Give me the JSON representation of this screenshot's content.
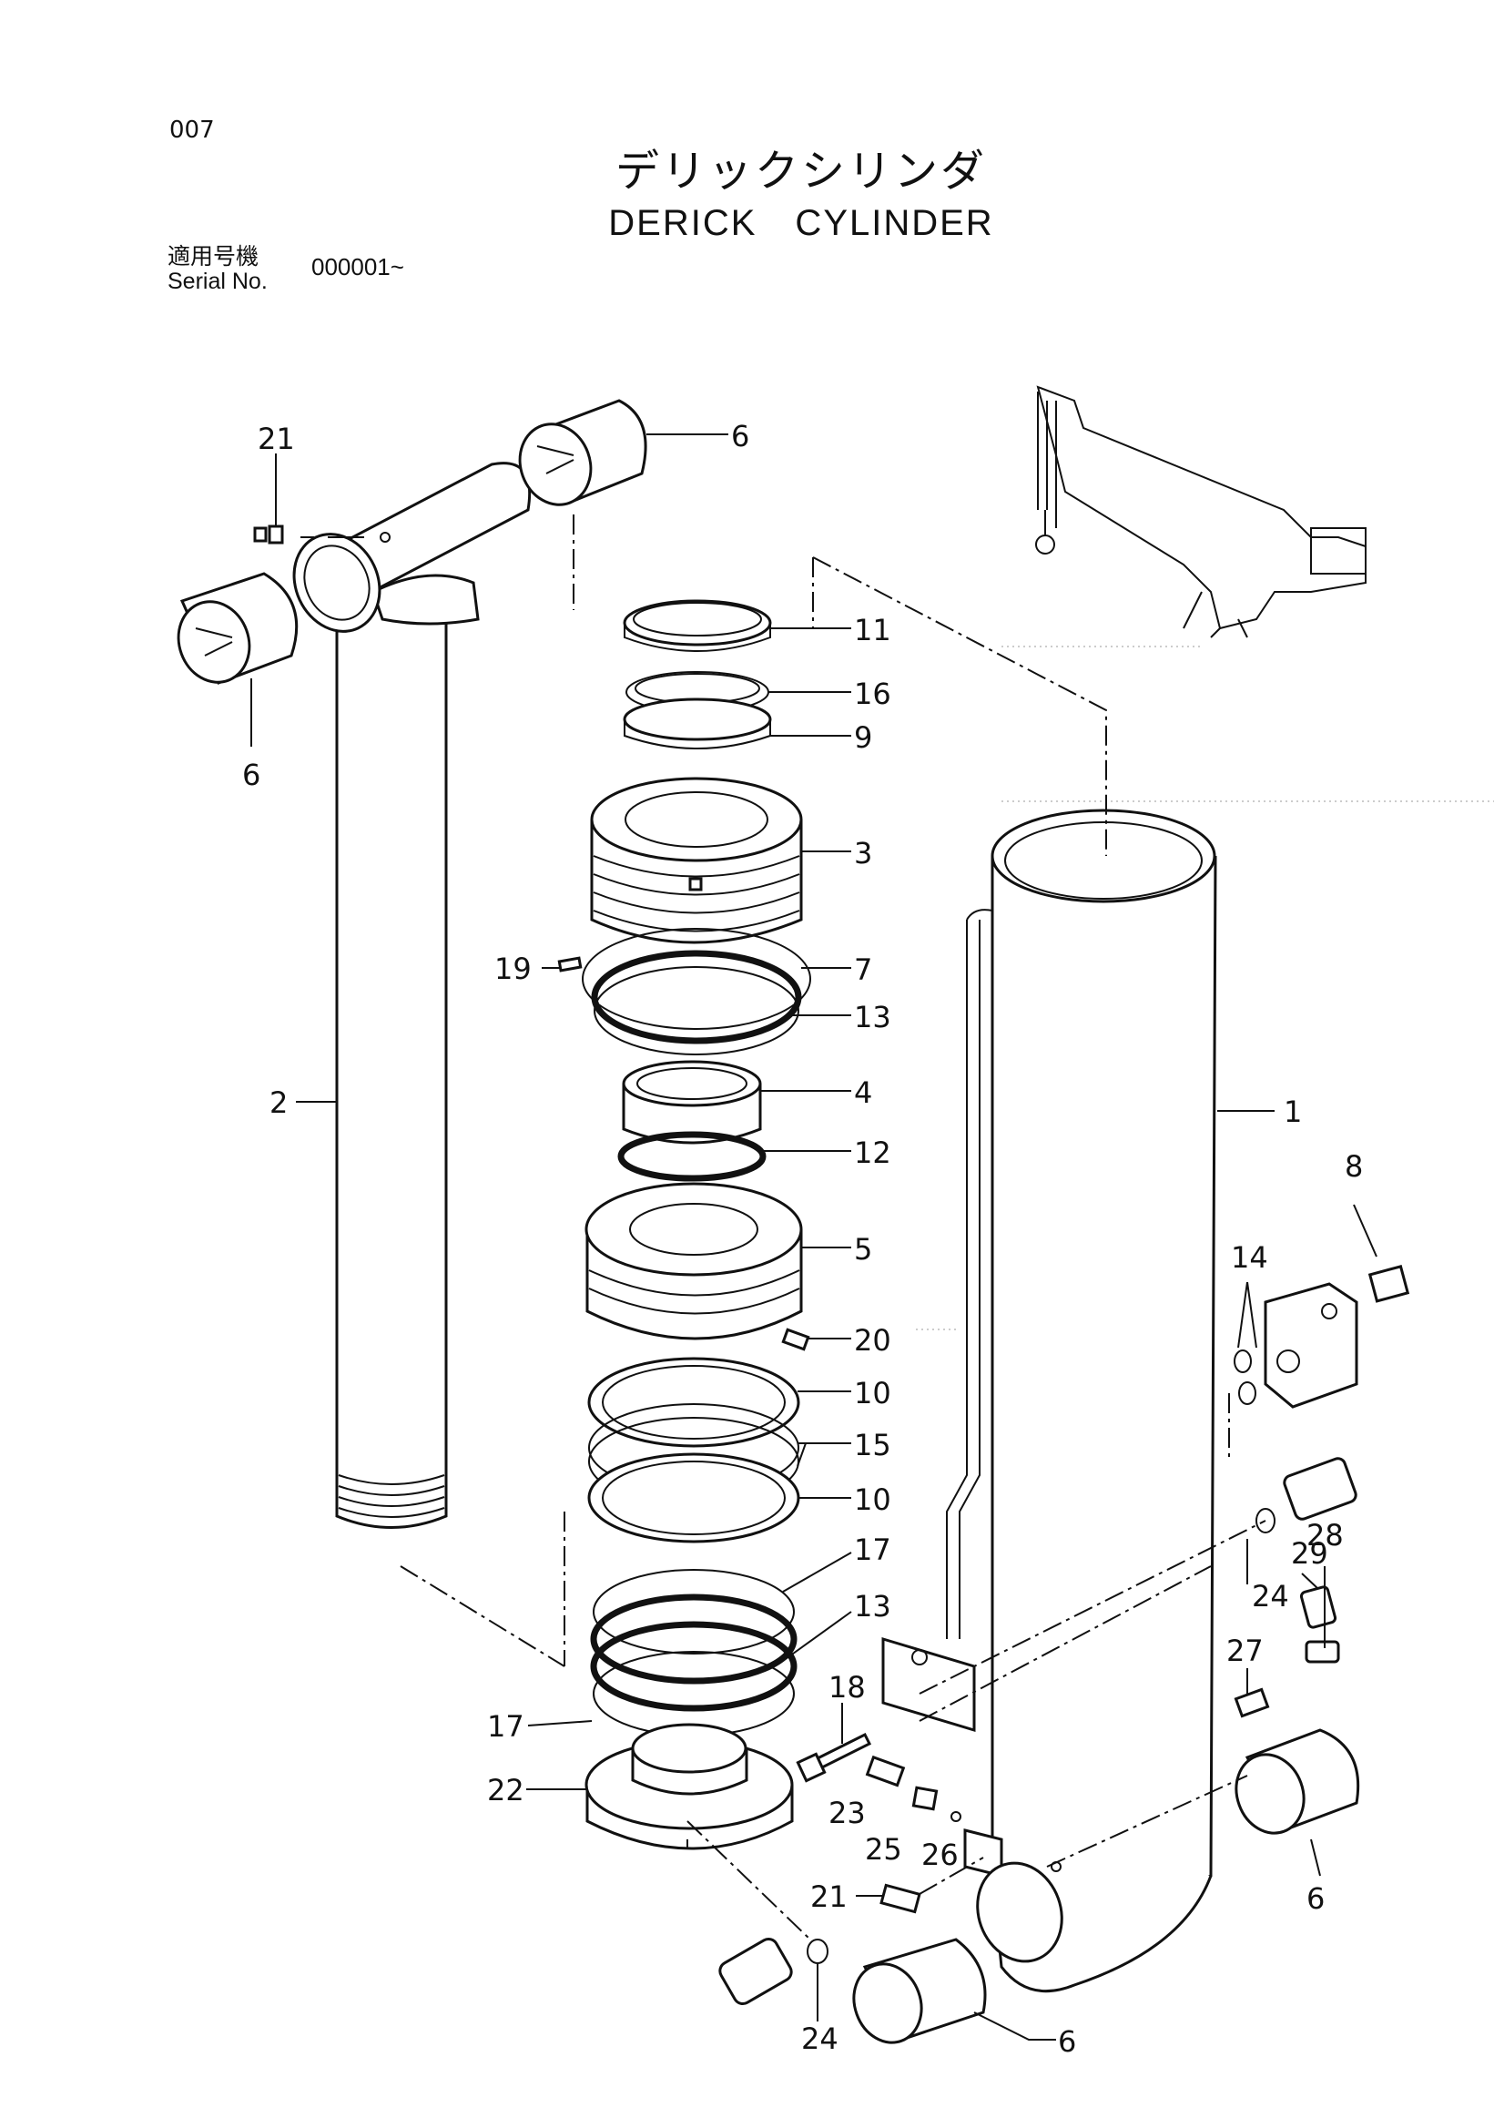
{
  "header": {
    "page_number": "007",
    "title_ja": "デリックシリンダ",
    "title_en": "DERICK　CYLINDER",
    "serial_label_ja": "適用号機",
    "serial_label_en": "Serial No.",
    "serial_value": "000001~"
  },
  "callouts": {
    "c1": "1",
    "c2": "2",
    "c3": "3",
    "c4": "4",
    "c5": "5",
    "c6a": "6",
    "c6b": "6",
    "c6c": "6",
    "c6d": "6",
    "c7": "7",
    "c8": "8",
    "c9": "9",
    "c10a": "10",
    "c10b": "10",
    "c11": "11",
    "c12": "12",
    "c13a": "13",
    "c13b": "13",
    "c14": "14",
    "c15": "15",
    "c16": "16",
    "c17a": "17",
    "c17b": "17",
    "c18": "18",
    "c19": "19",
    "c20": "20",
    "c21a": "21",
    "c21b": "21",
    "c22": "22",
    "c23": "23",
    "c24a": "24",
    "c24b": "24",
    "c25": "25",
    "c26": "26",
    "c27": "27",
    "c28": "28",
    "c29": "29"
  }
}
